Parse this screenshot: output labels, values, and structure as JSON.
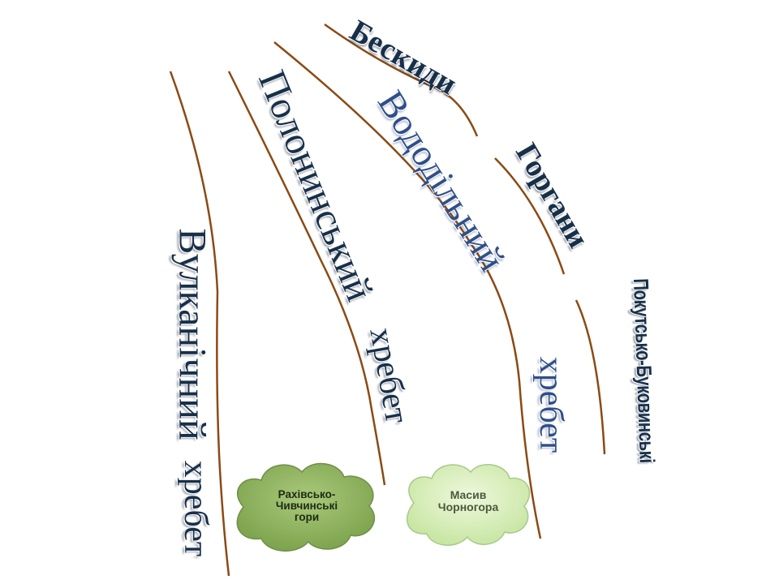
{
  "labels": {
    "beskydy": "Бескиди",
    "gorgany": "Горгани",
    "vododilnyi": "Вододільний",
    "vododilnyi_khrebet": "хребет",
    "pokutsko": "Покутсько-Буковинські",
    "polonynskyi": "Полонинський",
    "polonynskyi_khrebet": "хребет",
    "vulkanichnyi": "Вулканічний",
    "vulkanichnyi_khrebet": "хребет"
  },
  "clouds": {
    "rakhiv": {
      "line1": "Рахівсько-",
      "line2": "Чивчинські",
      "line3": "гори"
    },
    "chornohora": {
      "line1": "Масив",
      "line2": "Чорногора"
    }
  },
  "colors": {
    "ridge_line": "#8b4a14",
    "label_dark": "#17304a",
    "label_blue": "#2f4f88",
    "cloud_rakhiv": "#8fb45f",
    "cloud_chornohora": "#d7efba"
  }
}
